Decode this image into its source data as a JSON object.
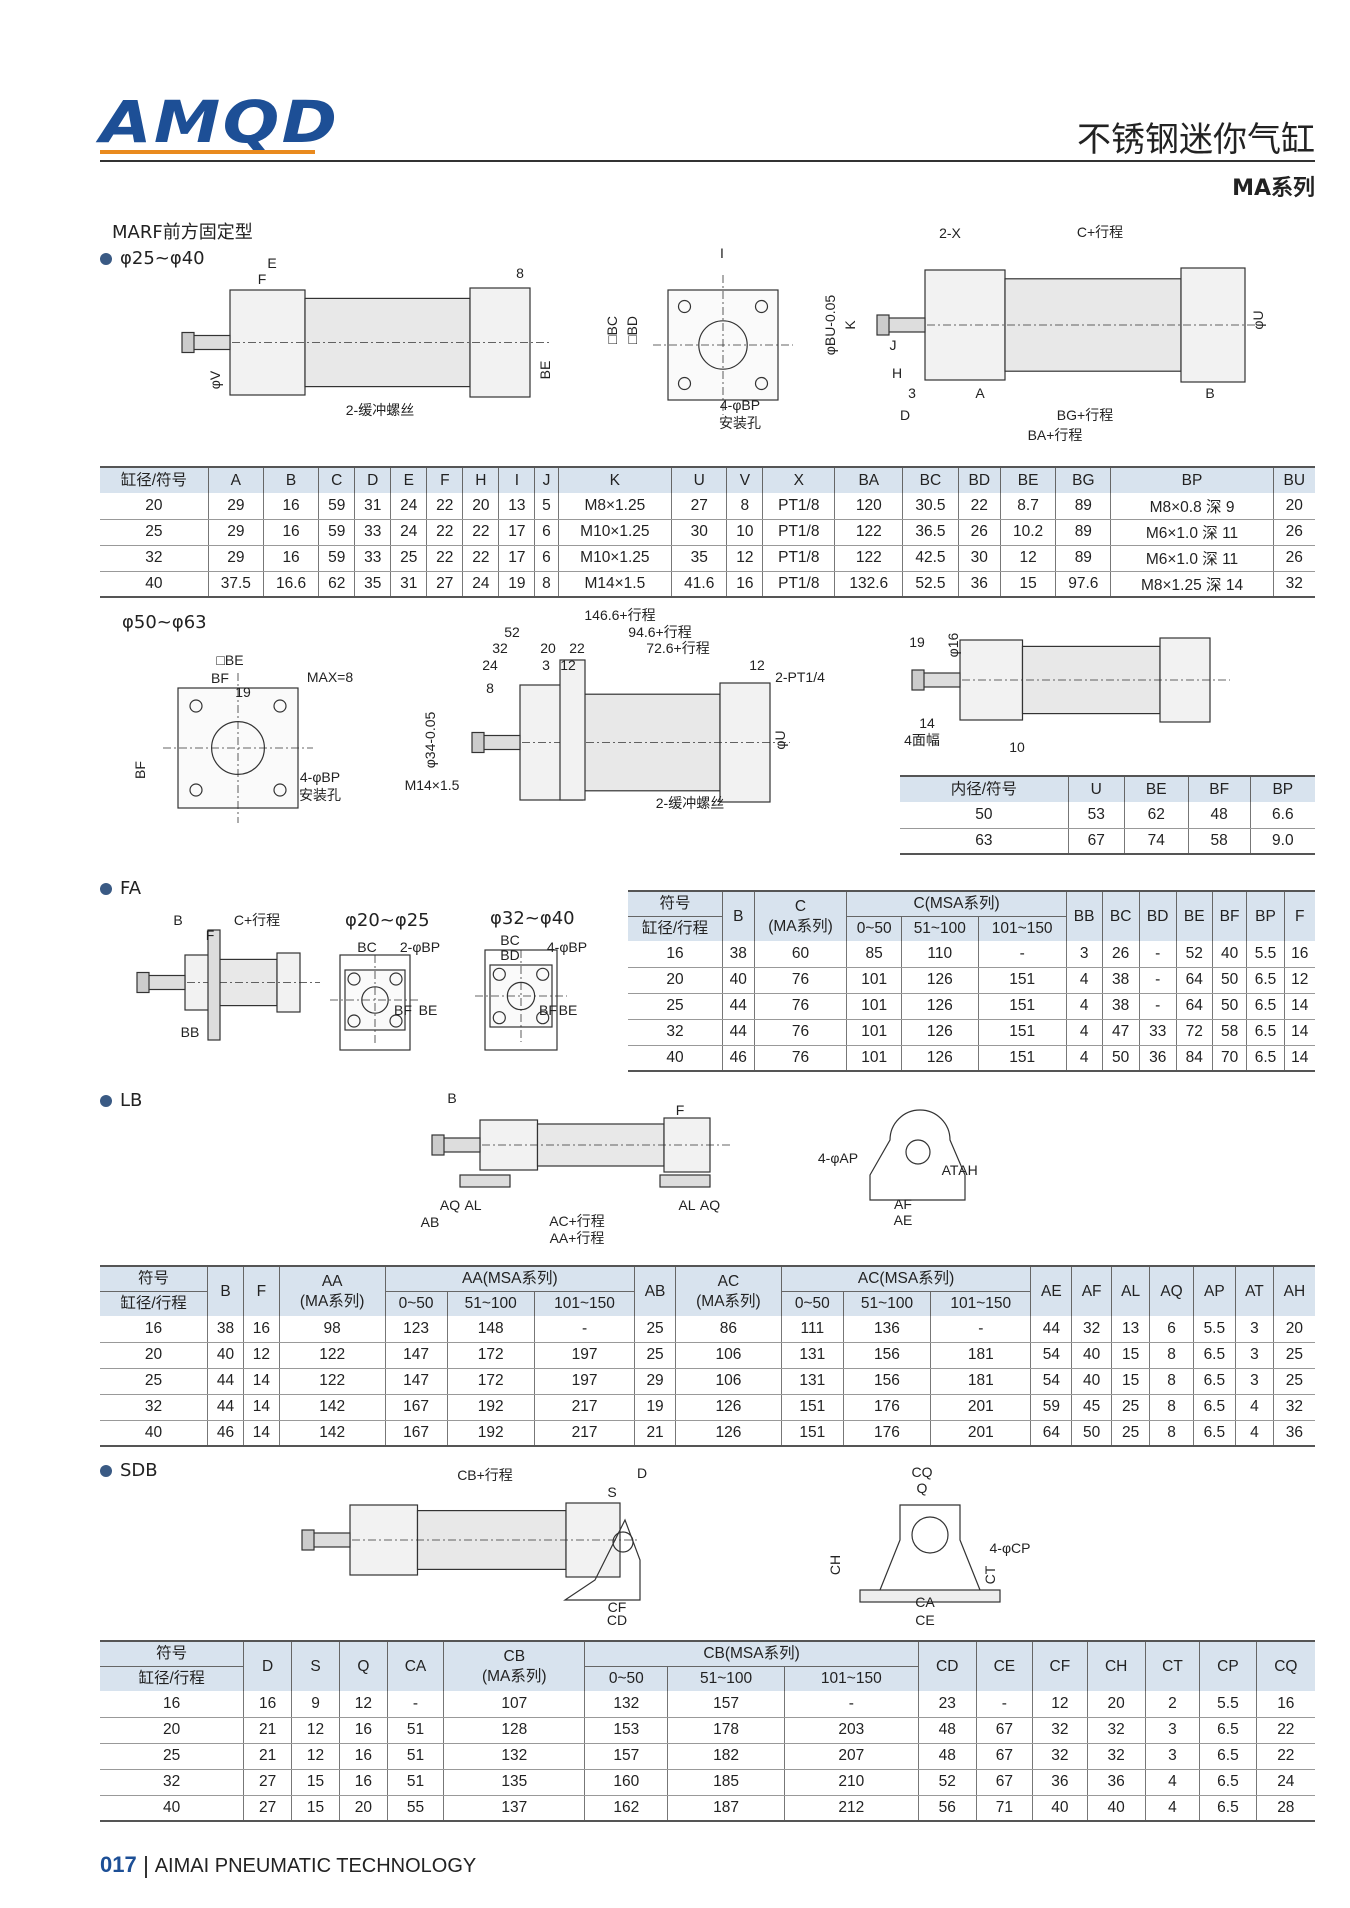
{
  "header": {
    "brand": "AMQD",
    "title": "不锈钢迷你气缸",
    "series": "MA系列"
  },
  "marf": {
    "title": "MARF前方固定型",
    "range1": "φ25~φ40",
    "labels1": [
      "E",
      "F",
      "8",
      "φV",
      "BE",
      "2-缓冲螺丝",
      "□BC",
      "□BD",
      "I",
      "4-φBP",
      "安装孔",
      "2-X",
      "C+行程",
      "φBU-0.05",
      "K",
      "J",
      "H",
      "3",
      "A",
      "B",
      "D",
      "BG+行程",
      "BA+行程",
      "φU"
    ],
    "table": {
      "headers": [
        "缸径/符号",
        "A",
        "B",
        "C",
        "D",
        "E",
        "F",
        "H",
        "I",
        "J",
        "K",
        "U",
        "V",
        "X",
        "BA",
        "BC",
        "BD",
        "BE",
        "BG",
        "BP",
        "BU"
      ],
      "rows": [
        [
          "20",
          "29",
          "16",
          "59",
          "31",
          "24",
          "22",
          "20",
          "13",
          "5",
          "M8×1.25",
          "27",
          "8",
          "PT1/8",
          "120",
          "30.5",
          "22",
          "8.7",
          "89",
          "M8×0.8 深 9",
          "20"
        ],
        [
          "25",
          "29",
          "16",
          "59",
          "33",
          "24",
          "22",
          "22",
          "17",
          "6",
          "M10×1.25",
          "30",
          "10",
          "PT1/8",
          "122",
          "36.5",
          "26",
          "10.2",
          "89",
          "M6×1.0 深 11",
          "26"
        ],
        [
          "32",
          "29",
          "16",
          "59",
          "33",
          "25",
          "22",
          "22",
          "17",
          "6",
          "M10×1.25",
          "35",
          "12",
          "PT1/8",
          "122",
          "42.5",
          "30",
          "12",
          "89",
          "M6×1.0 深 11",
          "26"
        ],
        [
          "40",
          "37.5",
          "16.6",
          "62",
          "35",
          "31",
          "27",
          "24",
          "19",
          "8",
          "M14×1.5",
          "41.6",
          "16",
          "PT1/8",
          "132.6",
          "52.5",
          "36",
          "15",
          "97.6",
          "M8×1.25 深 14",
          "32"
        ]
      ]
    },
    "range2": "φ50~φ63",
    "labels2": [
      "□BE",
      "BF",
      "MAX=8",
      "19",
      "BF",
      "4-φBP",
      "安装孔",
      "M14×1.5",
      "146.6+行程",
      "52",
      "94.6+行程",
      "32",
      "20",
      "22",
      "72.6+行程",
      "24",
      "3",
      "12",
      "12",
      "2-PT1/4",
      "8",
      "φ34-0.05",
      "φU",
      "2-缓冲螺丝",
      "19",
      "φ16",
      "14",
      "4面幅",
      "10"
    ],
    "table2": {
      "headers": [
        "内径/符号",
        "U",
        "BE",
        "BF",
        "BP"
      ],
      "rows": [
        [
          "50",
          "53",
          "62",
          "48",
          "6.6"
        ],
        [
          "63",
          "67",
          "74",
          "58",
          "9.0"
        ]
      ]
    }
  },
  "fa": {
    "title": "FA",
    "sub1": "φ20~φ25",
    "sub2": "φ32~φ40",
    "labels": [
      "B",
      "C+行程",
      "F",
      "BB",
      "BC",
      "2-φBP",
      "BF",
      "BE",
      "BC",
      "4-φBP",
      "BD",
      "BF",
      "BE"
    ],
    "table": {
      "h_sym": "符号",
      "h_bore": "缸径/行程",
      "h_b": "B",
      "h_c": "C",
      "h_c2": "(MA系列)",
      "h_msa": "C(MSA系列)",
      "h_r1": "0~50",
      "h_r2": "51~100",
      "h_r3": "101~150",
      "h_rest": [
        "BB",
        "BC",
        "BD",
        "BE",
        "BF",
        "BP",
        "F"
      ],
      "rows": [
        [
          "16",
          "38",
          "60",
          "85",
          "110",
          "-",
          "3",
          "26",
          "-",
          "52",
          "40",
          "5.5",
          "16"
        ],
        [
          "20",
          "40",
          "76",
          "101",
          "126",
          "151",
          "4",
          "38",
          "-",
          "64",
          "50",
          "6.5",
          "12"
        ],
        [
          "25",
          "44",
          "76",
          "101",
          "126",
          "151",
          "4",
          "38",
          "-",
          "64",
          "50",
          "6.5",
          "14"
        ],
        [
          "32",
          "44",
          "76",
          "101",
          "126",
          "151",
          "4",
          "47",
          "33",
          "72",
          "58",
          "6.5",
          "14"
        ],
        [
          "40",
          "46",
          "76",
          "101",
          "126",
          "151",
          "4",
          "50",
          "36",
          "84",
          "70",
          "6.5",
          "14"
        ]
      ]
    }
  },
  "lb": {
    "title": "LB",
    "labels": [
      "B",
      "F",
      "4-φAP",
      "AT",
      "AH",
      "AB",
      "AQ",
      "AL",
      "AC+行程",
      "AA+行程",
      "AL",
      "AQ",
      "AF",
      "AE"
    ],
    "table": {
      "h_sym": "符号",
      "h_bore": "缸径/行程",
      "h_b": "B",
      "h_f": "F",
      "h_aa": "AA",
      "h_ma": "(MA系列)",
      "h_aamsa": "AA(MSA系列)",
      "h_ab": "AB",
      "h_ac": "AC",
      "h_acmsa": "AC(MSA系列)",
      "h_r1": "0~50",
      "h_r2": "51~100",
      "h_r3": "101~150",
      "h_rest": [
        "AE",
        "AF",
        "AL",
        "AQ",
        "AP",
        "AT",
        "AH"
      ],
      "rows": [
        [
          "16",
          "38",
          "16",
          "98",
          "123",
          "148",
          "-",
          "25",
          "86",
          "111",
          "136",
          "-",
          "44",
          "32",
          "13",
          "6",
          "5.5",
          "3",
          "20"
        ],
        [
          "20",
          "40",
          "12",
          "122",
          "147",
          "172",
          "197",
          "25",
          "106",
          "131",
          "156",
          "181",
          "54",
          "40",
          "15",
          "8",
          "6.5",
          "3",
          "25"
        ],
        [
          "25",
          "44",
          "14",
          "122",
          "147",
          "172",
          "197",
          "29",
          "106",
          "131",
          "156",
          "181",
          "54",
          "40",
          "15",
          "8",
          "6.5",
          "3",
          "25"
        ],
        [
          "32",
          "44",
          "14",
          "142",
          "167",
          "192",
          "217",
          "19",
          "126",
          "151",
          "176",
          "201",
          "59",
          "45",
          "25",
          "8",
          "6.5",
          "4",
          "32"
        ],
        [
          "40",
          "46",
          "14",
          "142",
          "167",
          "192",
          "217",
          "21",
          "126",
          "151",
          "176",
          "201",
          "64",
          "50",
          "25",
          "8",
          "6.5",
          "4",
          "36"
        ]
      ]
    }
  },
  "sdb": {
    "title": "SDB",
    "labels": [
      "CB+行程",
      "S",
      "D",
      "CF",
      "CD",
      "CQ",
      "Q",
      "CH",
      "4-φCP",
      "CT",
      "CA",
      "CE"
    ],
    "table": {
      "h_sym": "符号",
      "h_bore": "缸径/行程",
      "h_pre": [
        "D",
        "S",
        "Q",
        "CA"
      ],
      "h_cb": "CB",
      "h_ma": "(MA系列)",
      "h_cbmsa": "CB(MSA系列)",
      "h_r1": "0~50",
      "h_r2": "51~100",
      "h_r3": "101~150",
      "h_rest": [
        "CD",
        "CE",
        "CF",
        "CH",
        "CT",
        "CP",
        "CQ"
      ],
      "rows": [
        [
          "16",
          "16",
          "9",
          "12",
          "-",
          "107",
          "132",
          "157",
          "-",
          "23",
          "-",
          "12",
          "20",
          "2",
          "5.5",
          "16"
        ],
        [
          "20",
          "21",
          "12",
          "16",
          "51",
          "128",
          "153",
          "178",
          "203",
          "48",
          "67",
          "32",
          "32",
          "3",
          "6.5",
          "22"
        ],
        [
          "25",
          "21",
          "12",
          "16",
          "51",
          "132",
          "157",
          "182",
          "207",
          "48",
          "67",
          "32",
          "32",
          "3",
          "6.5",
          "22"
        ],
        [
          "32",
          "27",
          "15",
          "16",
          "51",
          "135",
          "160",
          "185",
          "210",
          "52",
          "67",
          "36",
          "36",
          "4",
          "6.5",
          "24"
        ],
        [
          "40",
          "27",
          "15",
          "20",
          "55",
          "137",
          "162",
          "187",
          "212",
          "56",
          "71",
          "40",
          "40",
          "4",
          "6.5",
          "28"
        ]
      ]
    }
  },
  "footer": {
    "page": "017",
    "company": "AIMAI PNEUMATIC TECHNOLOGY"
  }
}
